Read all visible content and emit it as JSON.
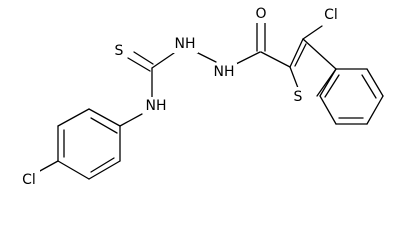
{
  "structure": {
    "atoms": {
      "s_thio": {
        "label": "S"
      },
      "nh_left": {
        "label": "NH"
      },
      "cl_para": {
        "label": "Cl"
      },
      "nh_hyd1": {
        "label": "NH"
      },
      "nh_hyd2": {
        "label": "NH"
      },
      "o_carbonyl": {
        "label": "O"
      },
      "cl_thiophene": {
        "label": "Cl"
      },
      "s_ring": {
        "label": "S"
      }
    }
  },
  "colors": {
    "line": "#000000",
    "background": "#ffffff"
  }
}
